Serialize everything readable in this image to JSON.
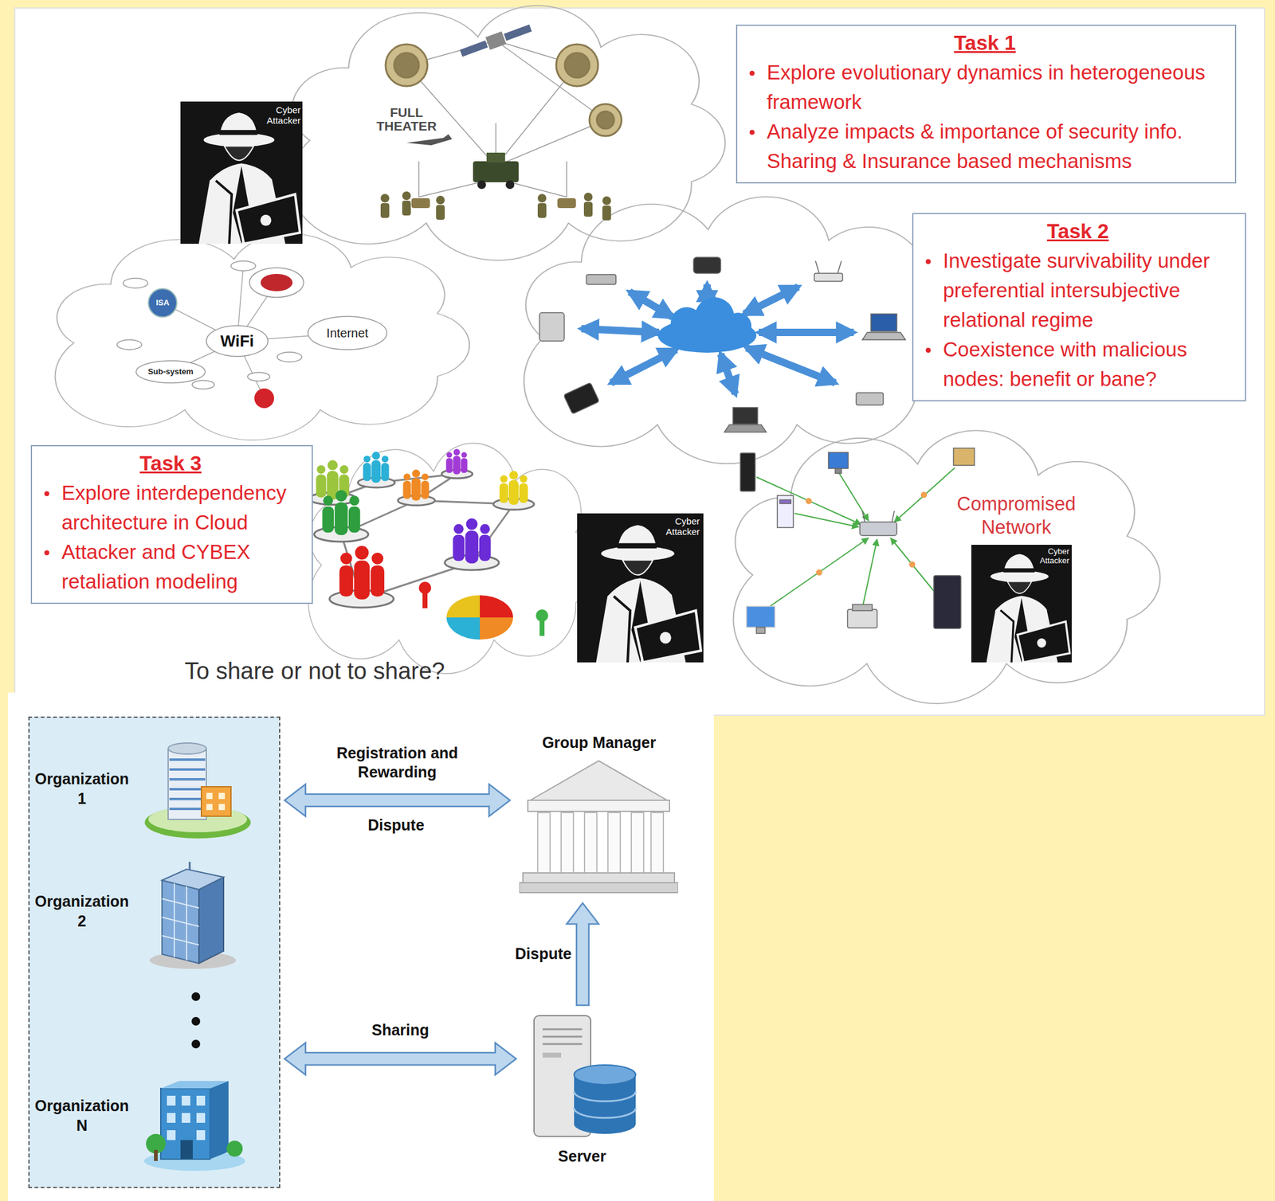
{
  "diagram": {
    "nodes": [
      {
        "text": [
          "Task 1",
          "Explore evolutionary dynamics in heterogeneous framework",
          "Analyze impacts & importance of security info. Sharing & Insurance based mechanisms"
        ]
      },
      {
        "text": [
          "Task 2",
          "Investigate survivability under preferential intersubjective relational regime",
          "Coexistence with malicious nodes: benefit or bane?"
        ]
      },
      {
        "text": [
          "Task 3",
          "Explore interdependency architecture in Cloud",
          "Attacker and CYBEX retaliation modeling"
        ]
      },
      {
        "text": []
      },
      {
        "text": [
          "Organization 1"
        ],
        "in": 3
      },
      {
        "text": [
          "Organization 2"
        ],
        "in": 3
      },
      {
        "text": [
          "Organization N"
        ],
        "in": 3
      },
      {
        "text": [
          "Group Manager"
        ]
      },
      {
        "text": [
          "Server"
        ]
      }
    ],
    "edges": [
      {
        "from": 3,
        "to": 7,
        "arrow": "both",
        "label": "Registration and Rewarding"
      },
      {
        "from": 3,
        "to": 8,
        "arrow": "both",
        "label": "Sharing"
      },
      {
        "from": 8,
        "to": 7,
        "arrow": "to",
        "label": "Dispute"
      }
    ],
    "labels": [
      "Cyber Attacker",
      "FULL THEATER",
      "ISA",
      "WiFi",
      "Internet",
      "Sub-system",
      "Cyber Attacker",
      "Compromised Network",
      "Cyber Attacker",
      "To share or not to share?",
      "Dispute"
    ]
  }
}
